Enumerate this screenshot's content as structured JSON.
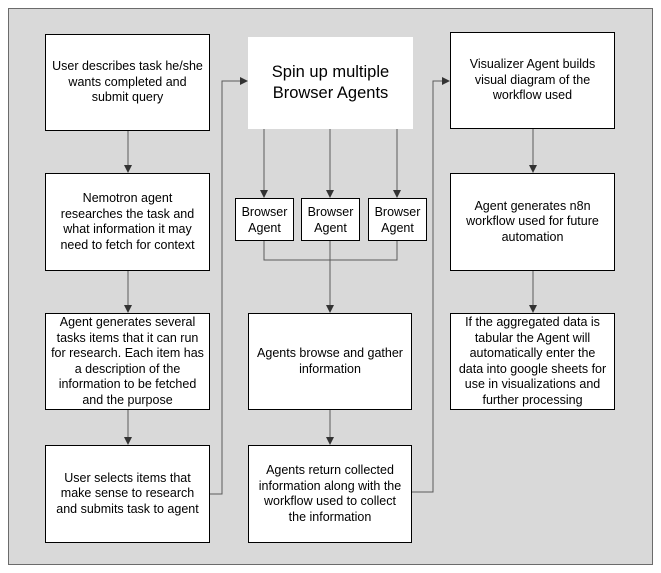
{
  "boxes": {
    "user_describes": "User describes task he/she wants completed and submit query",
    "nemotron_research": "Nemotron agent researches the task and what information it may need to fetch for context",
    "generate_tasks": "Agent generates several tasks items that it can run for research. Each item has a description of the information to be fetched and the purpose",
    "user_selects": "User selects items that make sense to research and submits task to agent",
    "spin_up": "Spin up multiple Browser Agents",
    "browser_agent_1": "Browser Agent",
    "browser_agent_2": "Browser Agent",
    "browser_agent_3": "Browser Agent",
    "browse_gather": "Agents browse and gather information",
    "return_collected": "Agents return collected information along with the workflow used to collect the information",
    "visualizer": "Visualizer Agent builds visual diagram of the workflow used",
    "n8n_workflow": "Agent generates n8n workflow used for future automation",
    "google_sheets": "If the aggregated data is tabular the Agent will automatically enter the data into google sheets for use in visualizations and further processing"
  }
}
